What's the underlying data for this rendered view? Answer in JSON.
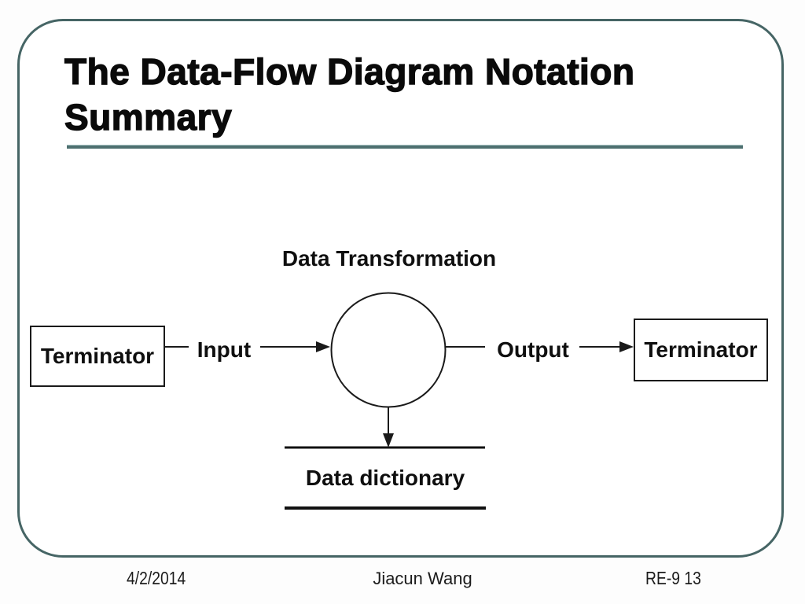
{
  "slide": {
    "title_line1": "The Data-Flow Diagram Notation",
    "title_line2": "Summary",
    "accent_color": "#4e7070",
    "border_color": "#466565",
    "shape_stroke_color": "#1a1a1a"
  },
  "diagram": {
    "process_label": "Data Transformation",
    "left_terminator_label": "Terminator",
    "right_terminator_label": "Terminator",
    "input_flow_label": "Input",
    "output_flow_label": "Output",
    "data_store_label": "Data dictionary"
  },
  "footer": {
    "date": "4/2/2014",
    "author": "Jiacun Wang",
    "slide_reference": "RE-9 13"
  }
}
